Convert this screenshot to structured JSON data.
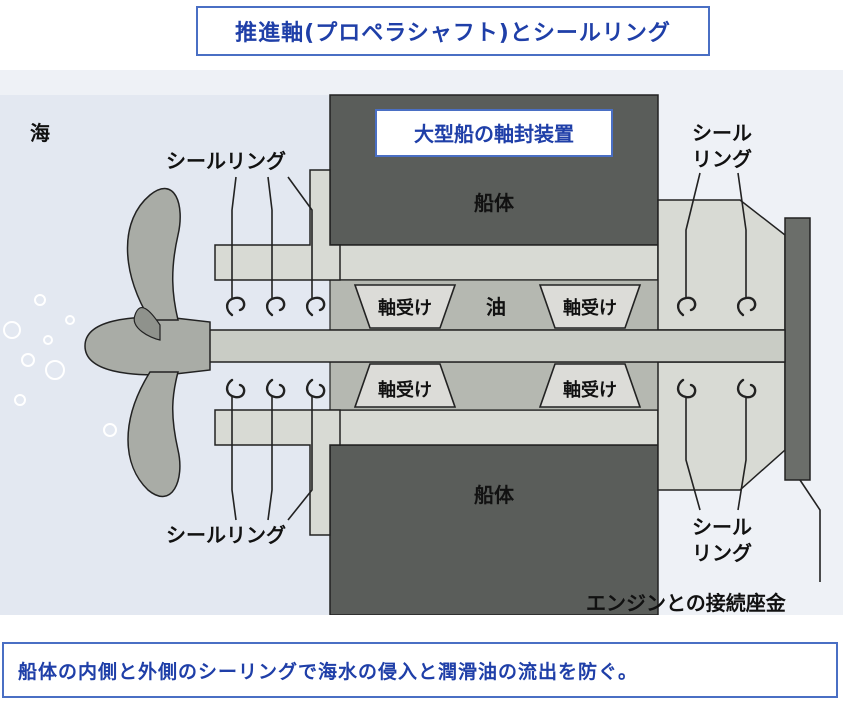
{
  "title": "推進軸(プロペラシャフト)とシールリング",
  "caption": "船体の内側と外側のシーリングで海水の侵入と潤滑油の流出を防ぐ。",
  "inner_title": "大型船の軸封装置",
  "labels": {
    "sea": "海",
    "seal_ring_top_left": "シールリング",
    "seal_ring_bottom_left": "シールリング",
    "seal_ring_top_right_1": "シール",
    "seal_ring_top_right_2": "リング",
    "seal_ring_bottom_right_1": "シール",
    "seal_ring_bottom_right_2": "リング",
    "hull_top": "船体",
    "hull_bottom": "船体",
    "bearing_tl": "軸受け",
    "bearing_tr": "軸受け",
    "bearing_bl": "軸受け",
    "bearing_br": "軸受け",
    "oil": "油",
    "engine_coupling": "エンジンとの接続座金"
  },
  "colors": {
    "accent": "#1f3fa8",
    "border": "#4a6fc4",
    "hull": "#5a5d5a",
    "gray_light": "#d8dad4",
    "gray_mid": "#a9aca6",
    "sea": "#e9eef6"
  }
}
